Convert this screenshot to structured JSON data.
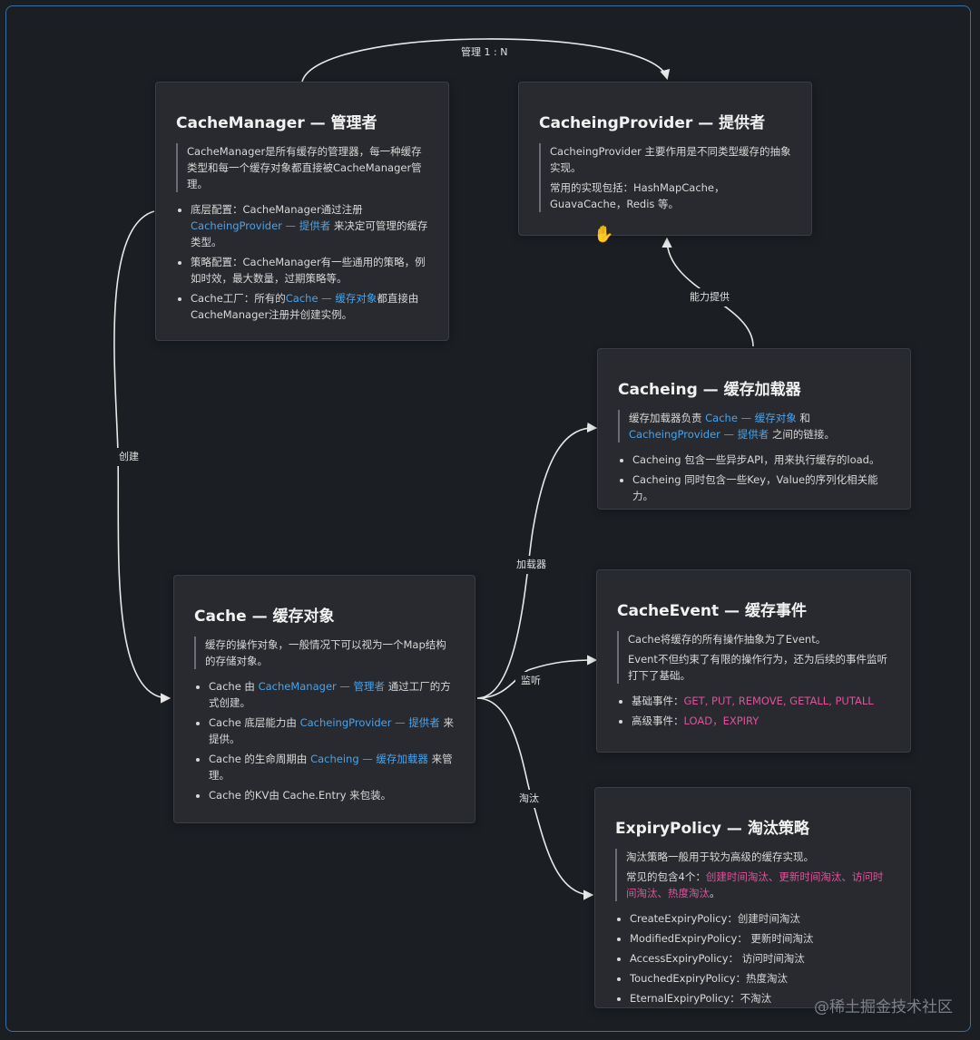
{
  "edges": {
    "manage": "管理 1 : N",
    "create": "创建",
    "ability": "能力提供",
    "loader": "加载器",
    "listen": "监听",
    "evict": "淘汰"
  },
  "cache_manager": {
    "title": "CacheManager — 管理者",
    "quote": "CacheManager是所有缓存的管理器，每一种缓存类型和每一个缓存对象都直接被CacheManager管理。",
    "b1_pre": "底层配置：CacheManager通过注册 ",
    "b1_link": "CacheingProvider — 提供者",
    "b1_post": " 来决定可管理的缓存类型。",
    "b2": "策略配置：CacheManager有一些通用的策略，例如时效，最大数量，过期策略等。",
    "b3_pre": "Cache工厂：所有的",
    "b3_link": "Cache — 缓存对象",
    "b3_post": "都直接由CacheManager注册并创建实例。"
  },
  "provider": {
    "title": "CacheingProvider — 提供者",
    "q1": "CacheingProvider 主要作用是不同类型缓存的抽象实现。",
    "q2": "常用的实现包括：HashMapCache，GuavaCache，Redis 等。"
  },
  "cacheing": {
    "title": "Cacheing — 缓存加载器",
    "q_pre": "缓存加载器负责 ",
    "q_link1": "Cache — 缓存对象",
    "q_mid": " 和 ",
    "q_link2": "CacheingProvider — 提供者",
    "q_post": " 之间的链接。",
    "b1": "Cacheing 包含一些异步API，用来执行缓存的load。",
    "b2": "Cacheing 同时包含一些Key，Value的序列化相关能力。"
  },
  "cache": {
    "title": "Cache — 缓存对象",
    "quote": "缓存的操作对象，一般情况下可以视为一个Map结构的存储对象。",
    "b1_pre": "Cache 由 ",
    "b1_link": "CacheManager — 管理者",
    "b1_post": " 通过工厂的方式创建。",
    "b2_pre": "Cache 底层能力由 ",
    "b2_link": "CacheingProvider — 提供者",
    "b2_post": " 来提供。",
    "b3_pre": "Cache 的生命周期由 ",
    "b3_link": "Cacheing — 缓存加载器",
    "b3_post": " 来管理。",
    "b4": "Cache 的KV由 Cache.Entry 来包装。"
  },
  "event": {
    "title": "CacheEvent — 缓存事件",
    "q1": "Cache将缓存的所有操作抽象为了Event。",
    "q2": "Event不但约束了有限的操作行为，还为后续的事件监听打下了基础。",
    "b1_label": "基础事件：",
    "b1_val": "GET, PUT, REMOVE, GETALL, PUTALL",
    "b2_label": "高级事件：",
    "b2_val": "LOAD，EXPIRY"
  },
  "expiry": {
    "title": "ExpiryPolicy — 淘汰策略",
    "q1": "淘汰策略一般用于较为高级的缓存实现。",
    "q2_pre": "常见的包含4个：",
    "q2_p1": "创建时间淘汰",
    "q2_s1": "、",
    "q2_p2": "更新时间淘汰",
    "q2_s2": "、",
    "q2_p3": "访问时间淘汰",
    "q2_s3": "、",
    "q2_p4": "热度淘汰",
    "q2_end": "。",
    "b1": "CreateExpiryPolicy：创建时间淘汰",
    "b2": "ModifiedExpiryPolicy： 更新时间淘汰",
    "b3": "AccessExpiryPolicy： 访问时间淘汰",
    "b4": "TouchedExpiryPolicy：热度淘汰",
    "b5": "EternalExpiryPolicy：不淘汰"
  },
  "watermark": "@稀土掘金技术社区"
}
